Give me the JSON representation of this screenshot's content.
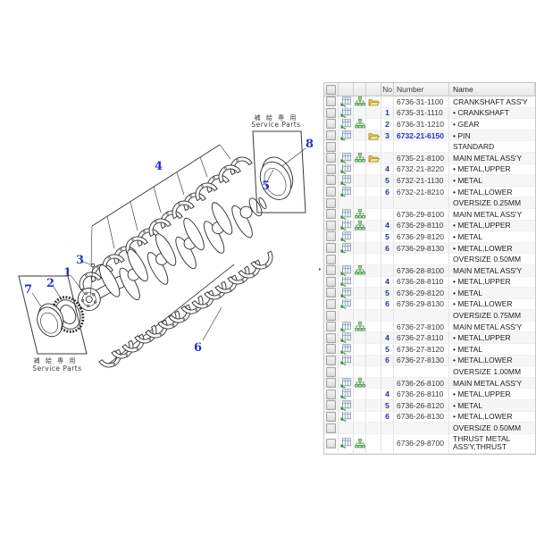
{
  "diagram": {
    "callouts": [
      "1",
      "2",
      "3",
      "4",
      "5",
      "6",
      "7",
      "8"
    ],
    "service_parts": {
      "jp": "補 給 専 用",
      "en": "Service Parts"
    }
  },
  "table": {
    "header": {
      "no": "No",
      "number": "Number",
      "name": "Name"
    },
    "rows": [
      {
        "no": "",
        "number": "6736-31-1100",
        "name": "CRANKSHAFT ASS'Y",
        "icons": [
          "cart",
          "tree",
          "folder"
        ]
      },
      {
        "no": "1",
        "number": "6735-31-1110",
        "name": "• CRANKSHAFT",
        "icons": [
          "cart"
        ]
      },
      {
        "no": "2",
        "number": "6736-31-1210",
        "name": "• GEAR",
        "icons": [
          "cart",
          "tree"
        ]
      },
      {
        "no": "3",
        "number": "6732-21-6150",
        "name": "• PIN",
        "icons": [
          "cart",
          "folder"
        ],
        "selected": true
      },
      {
        "no": "",
        "number": "",
        "name": "STANDARD",
        "icons": []
      },
      {
        "no": "",
        "number": "6735-21-8100",
        "name": "MAIN METAL ASS'Y",
        "icons": [
          "cart",
          "tree",
          "folder"
        ]
      },
      {
        "no": "4",
        "number": "6732-21-8220",
        "name": "• METAL,UPPER",
        "icons": [
          "cart"
        ]
      },
      {
        "no": "5",
        "number": "6732-21-1130",
        "name": "• METAL",
        "icons": [
          "cart"
        ]
      },
      {
        "no": "6",
        "number": "6732-21-8210",
        "name": "• METAL,LOWER",
        "icons": [
          "cart"
        ]
      },
      {
        "no": "",
        "number": "",
        "name": "OVERSIZE 0.25MM",
        "icons": []
      },
      {
        "no": "",
        "number": "6736-29-8100",
        "name": "MAIN METAL ASS'Y",
        "icons": [
          "cart",
          "tree"
        ]
      },
      {
        "no": "4",
        "number": "6736-29-8110",
        "name": "• METAL,UPPER",
        "icons": [
          "cart",
          "tree"
        ]
      },
      {
        "no": "5",
        "number": "6736-29-8120",
        "name": "• METAL",
        "icons": [
          "cart"
        ]
      },
      {
        "no": "6",
        "number": "6736-29-8130",
        "name": "• METAL,LOWER",
        "icons": [
          "cart"
        ]
      },
      {
        "no": "",
        "number": "",
        "name": "OVERSIZE 0.50MM",
        "icons": []
      },
      {
        "no": "",
        "number": "6736-28-8100",
        "name": "MAIN METAL ASS'Y",
        "icons": [
          "cart",
          "tree"
        ],
        "marker": true
      },
      {
        "no": "4",
        "number": "6736-28-8110",
        "name": "• METAL,UPPER",
        "icons": [
          "cart"
        ]
      },
      {
        "no": "5",
        "number": "6736-29-8120",
        "name": "• METAL",
        "icons": [
          "cart"
        ]
      },
      {
        "no": "6",
        "number": "6736-29-8130",
        "name": "• METAL,LOWER",
        "icons": [
          "cart"
        ]
      },
      {
        "no": "",
        "number": "",
        "name": "OVERSIZE 0.75MM",
        "icons": []
      },
      {
        "no": "",
        "number": "6736-27-8100",
        "name": "MAIN METAL ASS'Y",
        "icons": [
          "cart",
          "tree"
        ]
      },
      {
        "no": "4",
        "number": "6736-27-8110",
        "name": "• METAL,UPPER",
        "icons": [
          "cart"
        ]
      },
      {
        "no": "5",
        "number": "6736-27-8120",
        "name": "• METAL",
        "icons": [
          "cart"
        ]
      },
      {
        "no": "6",
        "number": "6736-27-8130",
        "name": "• METAL,LOWER",
        "icons": [
          "cart"
        ]
      },
      {
        "no": "",
        "number": "",
        "name": "OVERSIZE 1.00MM",
        "icons": []
      },
      {
        "no": "",
        "number": "6736-26-8100",
        "name": "MAIN METAL ASS'Y",
        "icons": [
          "cart",
          "tree"
        ]
      },
      {
        "no": "4",
        "number": "6736-26-8110",
        "name": "• METAL,UPPER",
        "icons": [
          "cart"
        ]
      },
      {
        "no": "5",
        "number": "6736-26-8120",
        "name": "• METAL",
        "icons": [
          "cart"
        ]
      },
      {
        "no": "6",
        "number": "6736-26-8130",
        "name": "• METAL,LOWER",
        "icons": [
          "cart"
        ]
      },
      {
        "no": "",
        "number": "",
        "name": "OVERSIZE 0.50MM",
        "icons": []
      },
      {
        "no": "",
        "number": "6736-29-8700",
        "name": "THRUST METAL ASS'Y,THRUST",
        "icons": [
          "cart",
          "tree"
        ],
        "tall": true
      }
    ]
  },
  "colors": {
    "accent_blue": "#2a30c2",
    "icon_green": "#3c8f3c",
    "icon_yellow": "#e8c659"
  }
}
